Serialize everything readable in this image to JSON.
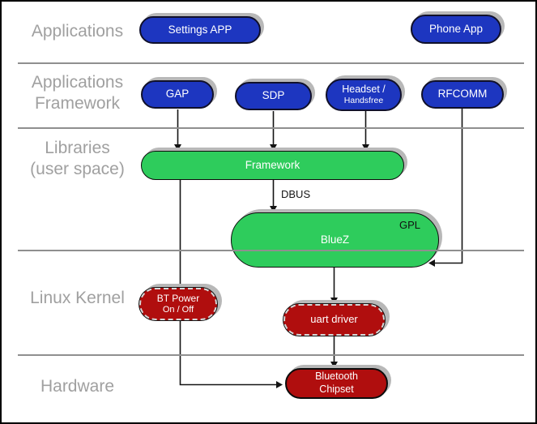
{
  "layers": [
    {
      "lines": [
        "Applications"
      ]
    },
    {
      "lines": [
        "Applications",
        "Framework"
      ]
    },
    {
      "lines": [
        "Libraries",
        "(user space)"
      ]
    },
    {
      "lines": [
        "Linux Kernel"
      ]
    },
    {
      "lines": [
        "Hardware"
      ]
    }
  ],
  "nodes": {
    "settings_app": "Settings APP",
    "phone_app": "Phone App",
    "gap": "GAP",
    "sdp": "SDP",
    "headset_line1": "Headset /",
    "headset_line2": "Handsfree",
    "rfcomm": "RFCOMM",
    "framework": "Framework",
    "bluez": "BlueZ",
    "gpl": "GPL",
    "bt_power_line1": "BT Power",
    "bt_power_line2": "On / Off",
    "uart_driver": "uart driver",
    "chipset_line1": "Bluetooth",
    "chipset_line2": "Chipset"
  },
  "edge_labels": {
    "dbus": "DBUS"
  },
  "colors": {
    "blue": "#1d36c0",
    "green": "#2ecc5c",
    "red": "#b00e0e",
    "label_gray": "#a0a0a0",
    "divider_gray": "#8f8f8f",
    "shadow_gray": "#b8b8b8",
    "arrow_black": "#141414"
  }
}
